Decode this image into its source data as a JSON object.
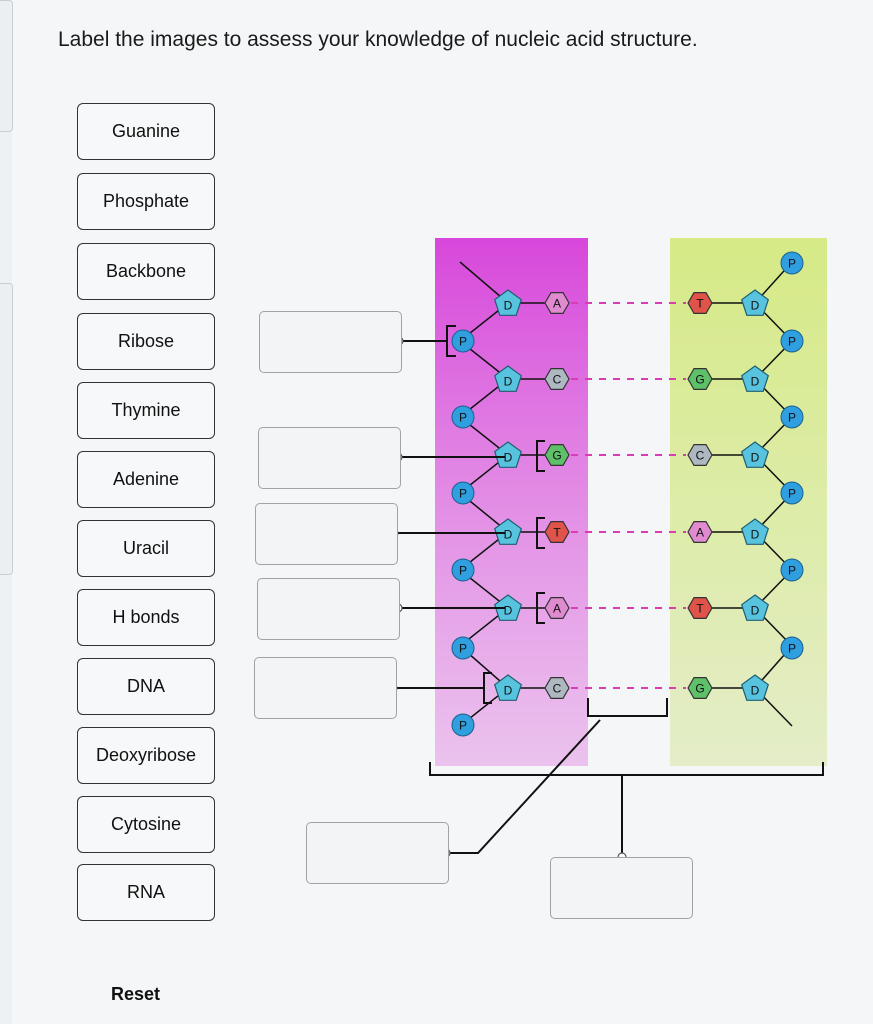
{
  "instructions": "Label the images to assess your knowledge of nucleic acid structure.",
  "word_bank": [
    "Guanine",
    "Phosphate",
    "Backbone",
    "Ribose",
    "Thymine",
    "Adenine",
    "Uracil",
    "H bonds",
    "DNA",
    "Deoxyribose",
    "Cytosine",
    "RNA"
  ],
  "reset_label": "Reset",
  "diagram": {
    "phosphate_label": "P",
    "sugar_label": "D",
    "left_bases": [
      "A",
      "C",
      "G",
      "T",
      "A",
      "C"
    ],
    "right_bases": [
      "T",
      "G",
      "C",
      "A",
      "T",
      "G"
    ],
    "colors": {
      "left_strand_bg": "#d63ed9",
      "right_strand_bg": "#d6e888",
      "phosphate": "#2f9fe0",
      "sugar": "#58c3df",
      "A": "#e08ad0",
      "T": "#e0534a",
      "G": "#5fc06a",
      "C": "#aeb8c0",
      "hbond": "#d93cb4"
    }
  }
}
